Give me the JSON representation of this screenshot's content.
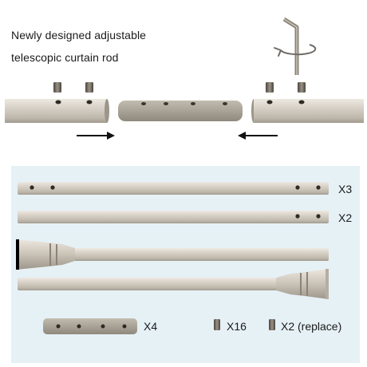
{
  "header": {
    "line1": "Newly designed adjustable",
    "line2": "telescopic curtain rod"
  },
  "panel": {
    "background": "#e6f1f6",
    "items": [
      {
        "name": "double-hole rod",
        "qty": "X3"
      },
      {
        "name": "single-hole rod",
        "qty": "X2"
      },
      {
        "name": "finial rod left",
        "qty": ""
      },
      {
        "name": "finial rod right",
        "qty": ""
      },
      {
        "name": "connector",
        "qty": "X4"
      },
      {
        "name": "set screw",
        "qty": "X16"
      },
      {
        "name": "set screw replace",
        "qty": "X2 (replace)"
      }
    ]
  },
  "colors": {
    "rod": "#cdc7bd",
    "rod_shadow": "#a9a298",
    "connector": "#aba598",
    "screw": "#6d665d"
  },
  "icons": [
    "hex-key-icon",
    "rotate-arrow-icon",
    "right-arrow-icon",
    "left-arrow-icon"
  ]
}
